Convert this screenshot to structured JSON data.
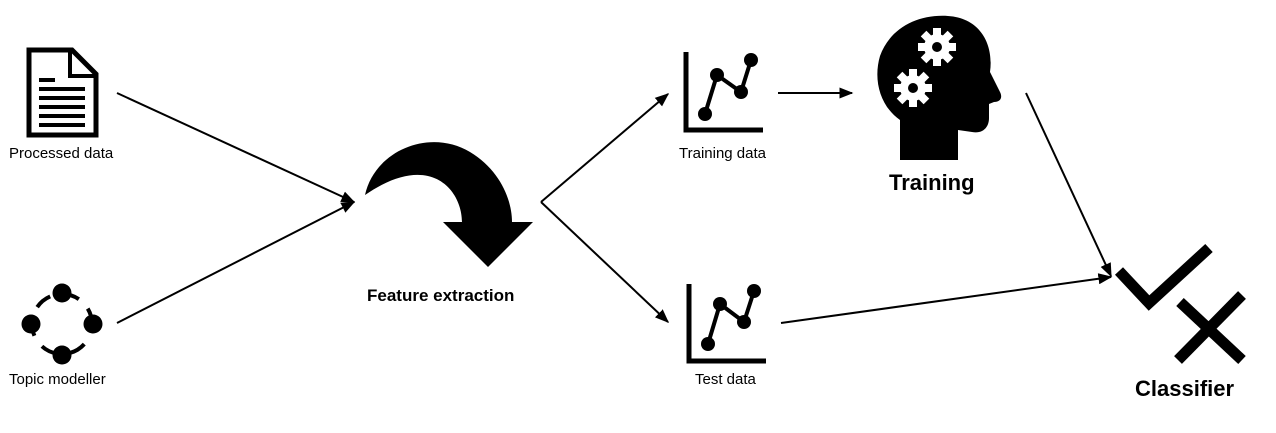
{
  "nodes": {
    "processed_data": {
      "label": "Processed data",
      "icon": "document-icon"
    },
    "topic_modeller": {
      "label": "Topic modeller",
      "icon": "cycle-network-icon"
    },
    "feature_extraction": {
      "label": "Feature extraction",
      "icon": "curved-arrow-icon"
    },
    "training_data": {
      "label": "Training data",
      "icon": "line-chart-icon"
    },
    "test_data": {
      "label": "Test data",
      "icon": "line-chart-icon"
    },
    "training": {
      "label": "Training",
      "icon": "head-gears-icon"
    },
    "classifier": {
      "label": "Classifier",
      "icon": "check-cross-icon"
    }
  },
  "edges": [
    {
      "from": "processed_data",
      "to": "feature_extraction"
    },
    {
      "from": "topic_modeller",
      "to": "feature_extraction"
    },
    {
      "from": "feature_extraction",
      "to": "training_data"
    },
    {
      "from": "feature_extraction",
      "to": "test_data"
    },
    {
      "from": "training_data",
      "to": "training"
    },
    {
      "from": "training",
      "to": "classifier"
    },
    {
      "from": "test_data",
      "to": "classifier"
    }
  ],
  "colors": {
    "stroke": "#000000",
    "background": "#ffffff"
  }
}
